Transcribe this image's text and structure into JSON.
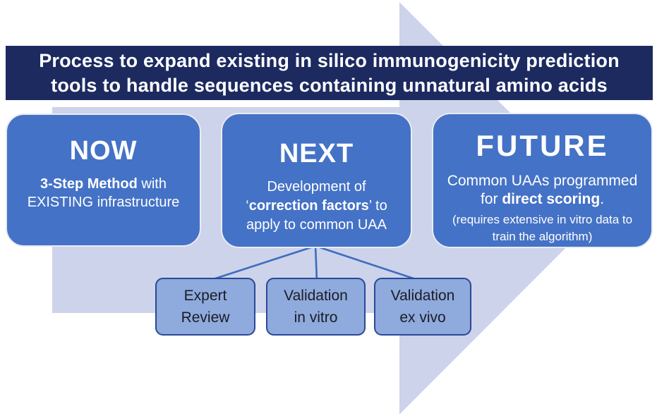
{
  "title": {
    "line1": "Process to expand existing in silico immunogenicity prediction",
    "line2": "tools to handle sequences containing unnatural amino acids"
  },
  "stages": {
    "now": {
      "heading": "NOW",
      "body_line1_bold": "3-Step Method",
      "body_line1_rest": " with",
      "body_line2": "EXISTING infrastructure"
    },
    "next": {
      "heading": "NEXT",
      "body_line1": "Development of",
      "body_line2_pre": "‘",
      "body_line2_bold": "correction factors",
      "body_line2_post": "’ to",
      "body_line3": "apply to common UAA"
    },
    "future": {
      "heading": "FUTURE",
      "body_line1": "Common UAAs programmed",
      "body_line2_pre": "for ",
      "body_line2_bold": "direct scoring",
      "body_line2_post": ".",
      "note_line1": "(requires extensive in vitro data to",
      "note_line2": "train the algorithm)"
    }
  },
  "substeps": [
    {
      "line1": "Expert",
      "line2": "Review"
    },
    {
      "line1": "Validation",
      "line2": "in vitro"
    },
    {
      "line1": "Validation",
      "line2": "ex vivo"
    }
  ],
  "colors": {
    "title_bar_bg": "#1C2A60",
    "stage_box_bg": "#4472C6",
    "stage_box_border": "#E9EBF4",
    "substep_bg": "#8FAADC",
    "substep_border": "#2B4897",
    "background_arrow": "#CCD3EA",
    "connector_line": "#3D6CC0",
    "title_text": "#FFFFFF",
    "stage_text": "#FFFFFF",
    "substep_text": "#191C26"
  }
}
